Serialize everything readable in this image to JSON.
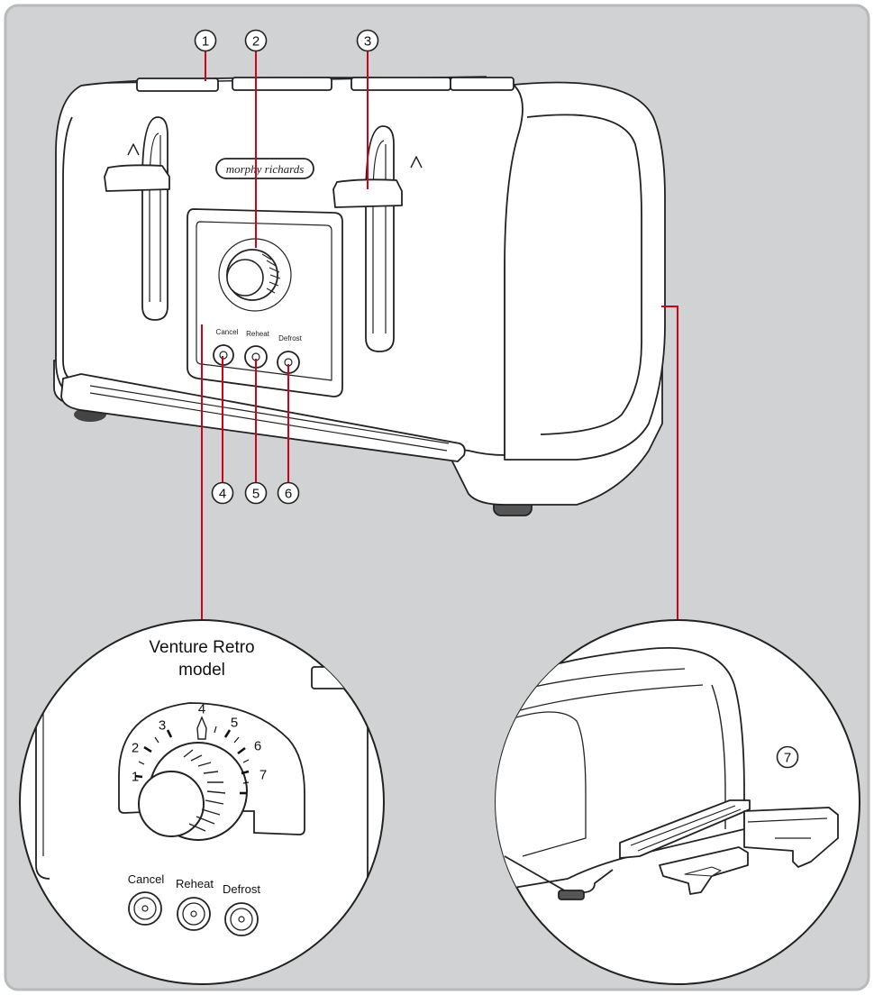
{
  "brand": "morphy richards",
  "callouts": [
    "1",
    "2",
    "3",
    "4",
    "5",
    "6",
    "7"
  ],
  "buttons": {
    "cancel": "Cancel",
    "reheat": "Reheat",
    "defrost": "Defrost"
  },
  "zoom_left": {
    "title_line1": "Venture Retro",
    "title_line2": "model",
    "dial_numbers": [
      "1",
      "2",
      "3",
      "4",
      "5",
      "6",
      "7"
    ],
    "buttons": {
      "cancel": "Cancel",
      "reheat": "Reheat",
      "defrost": "Defrost"
    }
  },
  "colors": {
    "background": "#d1d2d4",
    "leader_line": "#d0021b",
    "outline": "#222222",
    "body_fill": "#ffffff"
  }
}
